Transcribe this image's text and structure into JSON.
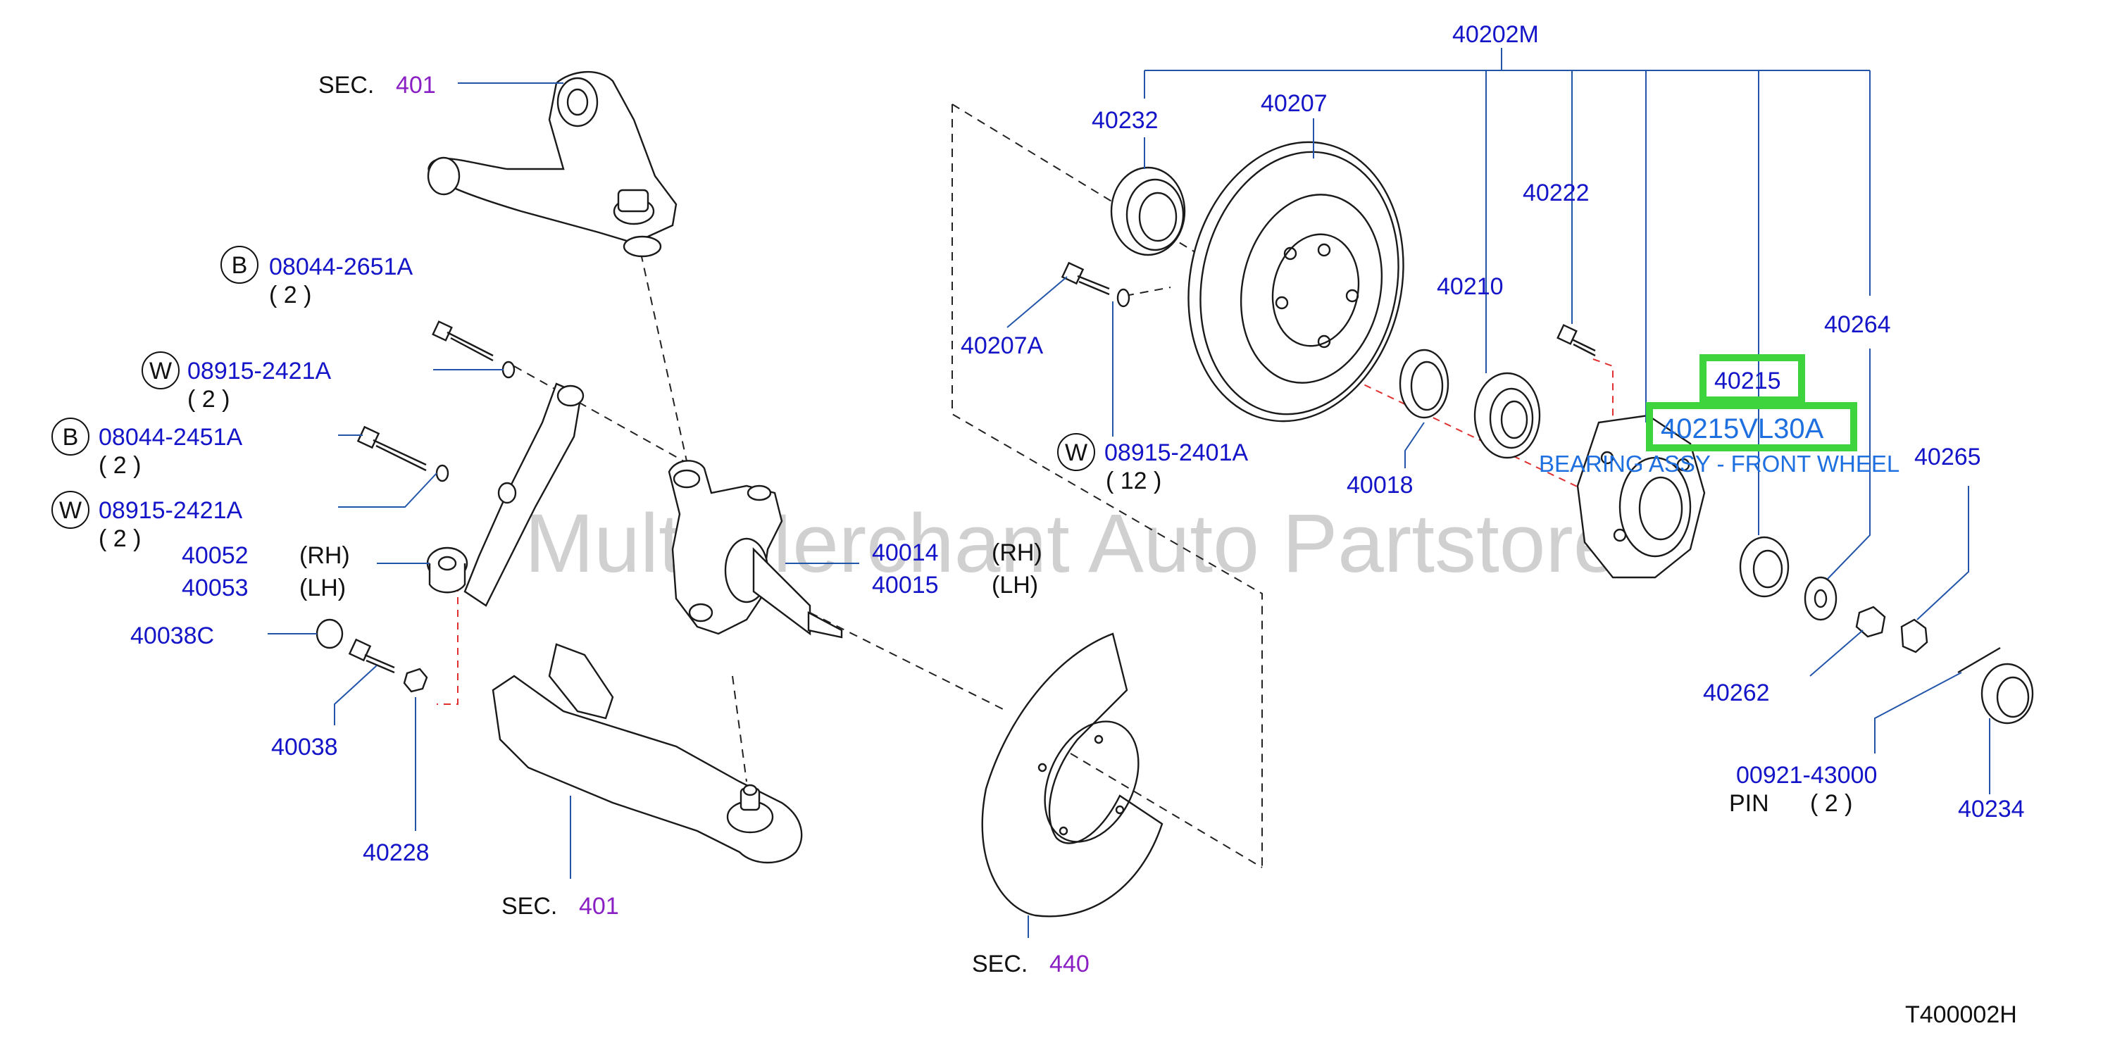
{
  "labels": {
    "sec401_top_prefix": "SEC.",
    "sec401_top_num": "401",
    "b1_letter": "B",
    "b1_part": "08044-2651A",
    "b1_qty": "( 2 )",
    "w1_letter": "W",
    "w1_part": "08915-2421A",
    "w1_qty": "( 2 )",
    "b2_letter": "B",
    "b2_part": "08044-2451A",
    "b2_qty": "( 2 )",
    "w2_letter": "W",
    "w2_part": "08915-2421A",
    "w2_qty": "( 2 )",
    "p40052": "40052",
    "p40052_side": "(RH)",
    "p40053": "40053",
    "p40053_side": "(LH)",
    "p40038C": "40038C",
    "p40038": "40038",
    "p40228": "40228",
    "sec401_bot_prefix": "SEC.",
    "sec401_bot_num": "401",
    "p40014": "40014",
    "p40014_side": "(RH)",
    "p40015": "40015",
    "p40015_side": "(LH)",
    "p40232": "40232",
    "p40207": "40207",
    "p40207A": "40207A",
    "w3_letter": "W",
    "w3_part": "08915-2401A",
    "w3_qty": "( 12 )",
    "sec440_prefix": "SEC.",
    "sec440_num": "440",
    "p40202M": "40202M",
    "p40222": "40222",
    "p40210": "40210",
    "p40018": "40018",
    "p40264": "40264",
    "p40215": "40215",
    "p40215VL30A": "40215VL30A",
    "bearing_desc": "BEARING ASSY - FRONT WHEEL",
    "p40265": "40265",
    "p40262": "40262",
    "p00921": "00921-43000",
    "pin_label": "PIN",
    "pin_qty": "( 2 )",
    "p40234": "40234",
    "drawing_code": "T400002H"
  },
  "watermark": "Multi Merchant Auto Partstore",
  "colors": {
    "part_number": "#1414c8",
    "section_number": "#8a1fc4",
    "highlight_box": "#3ed43e",
    "highlight_text": "#1e6fe0",
    "red_dash": "#e03030"
  }
}
